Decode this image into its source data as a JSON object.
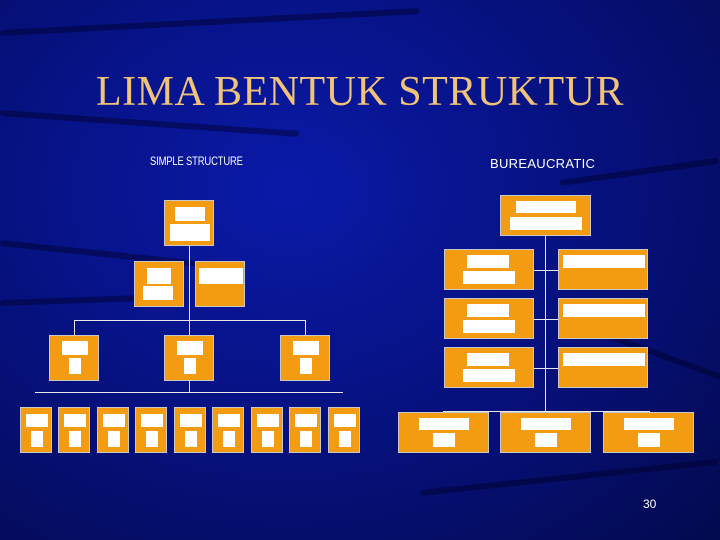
{
  "slide": {
    "title": "LIMA BENTUK STRUKTUR",
    "page_number": "30"
  },
  "charts": {
    "simple_label": "SIMPLE STRUCTURE",
    "bureau_label": "BUREAUCRATIC"
  },
  "colors": {
    "box": "#f39c12",
    "title": "#f0c27a",
    "background": "#06107a"
  }
}
